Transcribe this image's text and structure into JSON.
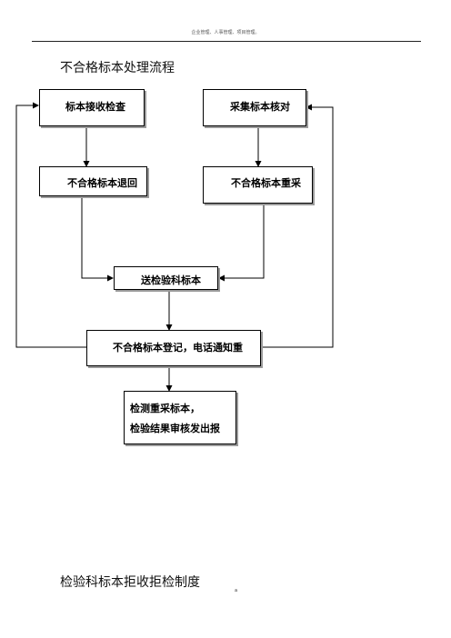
{
  "header": {
    "note": "企业管理、人事管理、项目管理。"
  },
  "document": {
    "title": "不合格标本处理流程",
    "next_section_title": "检验科标本拒收拒检制度",
    "page_mark": "a"
  },
  "flowchart": {
    "nodes": {
      "specimen_receipt_check": "标本接收检查",
      "collected_specimen_check": "采集标本核对",
      "specimen_return": "不合格标本退回",
      "specimen_recollect": "不合格标本重采",
      "send_to_lab": "送检验科标本",
      "register_notify": "不合格标本登记，电话通知重",
      "retest_line1": "检测重采标本，",
      "retest_line2": "检验结果审核发出报"
    }
  }
}
